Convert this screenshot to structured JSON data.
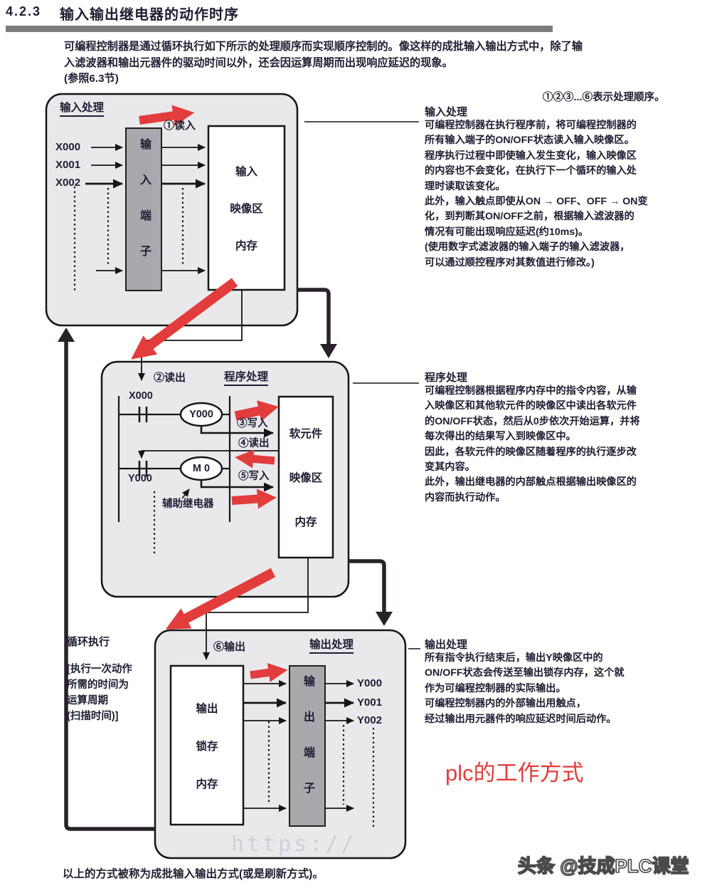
{
  "header": {
    "section_number": "4.2.3",
    "title": "输入输出继电器的动作时序"
  },
  "intro": "可编程控制器是通过循环执行如下所示的处理顺序而实现顺序控制的。像这样的成批输入输出方式中，除了输\n入滤波器和输出元器件的驱动时间以外，还会因运算周期而出现响应延迟的现象。\n(参照6.3节)",
  "order_note": "①②③...⑥表示处理顺序。",
  "sections": {
    "input": {
      "title": "输入处理",
      "body": "可编程控制器在执行程序前，将可编程控制器的\n所有输入端子的ON/OFF状态读入输入映像区。\n程序执行过程中即使输入发生变化，输入映像区\n的内容也不会变化，在执行下一个循环的输入处\n理时读取该变化。\n此外，输入触点即使从ON → OFF、OFF → ON变\n化，到判断其ON/OFF之前，根据输入滤波器的\n情况有可能出现响应延迟(约10ms)。\n(使用数字式滤波器的输入端子的输入滤波器，\n可以通过顺控程序对其数值进行修改。)"
    },
    "program": {
      "title": "程序处理",
      "body": "可编程控制器根据程序内存中的指令内容，从输\n入映像区和其他软元件的映像区中读出各软元件\n的ON/OFF状态，然后从0步依次开始运算，并将\n每次得出的结果写入到映像区中。\n因此，各软元件的映像区随着程序的执行逐步改\n变其内容。\n此外，输出继电器的内部触点根据输出映像区的\n内容而执行动作。"
    },
    "output": {
      "title": "输出处理",
      "body": "所有指令执行结束后，输出Y映像区中的\nON/OFF状态会传送至输出锁存内存，这个就\n作为可编程控制器的实际输出。\n可编程控制器内的外部输出用触点，\n经过输出用元器件的响应延迟时间后动作。"
    }
  },
  "loop_note": {
    "title": "循环执行",
    "body": "[执行一次动作\n所需的时间为\n运算周期\n(扫描时间)]"
  },
  "diagram": {
    "input_box": {
      "title": "输入处理",
      "step_read": "①读入",
      "inputs": [
        "X000",
        "X001",
        "X002"
      ],
      "terminal": "输入端子",
      "memory": [
        "输入",
        "映像区",
        "内存"
      ]
    },
    "program_box": {
      "title": "程序处理",
      "step_readout": "②读出",
      "step_write1": "③写入",
      "step_readout2": "④读出",
      "step_write2": "⑤写入",
      "contact1": "X000",
      "coil1": "Y000",
      "contact2_label": "Y000",
      "coil2": "M 0",
      "aux_relay": "辅助继电器",
      "memory": [
        "软元件",
        "映像区",
        "内存"
      ]
    },
    "output_box": {
      "title": "输出处理",
      "step_output": "⑥输出",
      "latch": [
        "输出",
        "锁存",
        "内存"
      ],
      "terminal": "输出端子",
      "outputs": [
        "Y000",
        "Y001",
        "Y002"
      ]
    }
  },
  "footer": {
    "bottom_note": "以上的方式被称为成批输入输出方式(或是刷新方式)。",
    "red_caption": "plc的工作方式",
    "watermark": "头条 @技成PLC课堂",
    "ghost_watermark": "https://"
  },
  "colors": {
    "accent_red": "#e23c3c",
    "box_fill": "#e9e9ec",
    "terminal_fill": "#a8a8ad",
    "text": "#1e1e32"
  }
}
